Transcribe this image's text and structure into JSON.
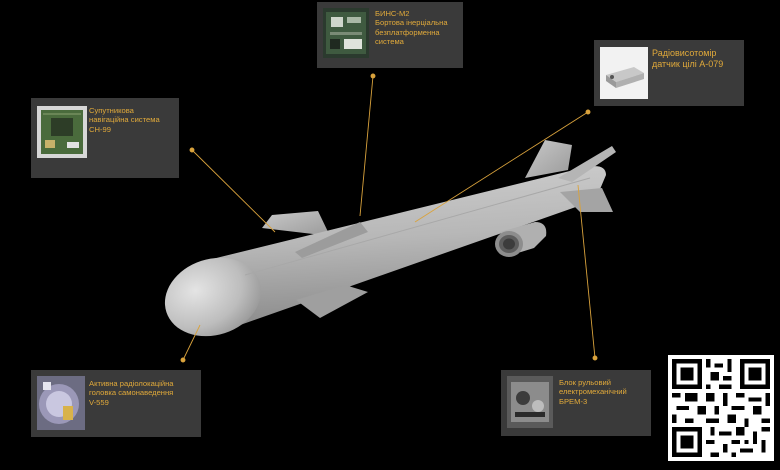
{
  "callouts": [
    {
      "id": "bins",
      "lines": [
        "БИНС-М2",
        "Бортова інерціальна",
        "безплатформенна",
        "система"
      ],
      "thumb_icon": "circuit-board-thumbnail"
    },
    {
      "id": "radio_altimeter",
      "lines": [
        "Радіовисотомір",
        "датчик цілі А-079"
      ],
      "thumb_icon": "altimeter-module-thumbnail"
    },
    {
      "id": "satnav",
      "lines": [
        "Супутникова",
        "навігаційна система",
        "СН-99"
      ],
      "thumb_icon": "navigation-board-thumbnail"
    },
    {
      "id": "seeker",
      "lines": [
        "Активна радіолокаційна",
        "головка самонаведення",
        "V-559"
      ],
      "thumb_icon": "radar-seeker-thumbnail"
    },
    {
      "id": "servo",
      "lines": [
        "Блок рульовий",
        "електромеханічний",
        "БРЕМ-3"
      ],
      "thumb_icon": "servo-unit-thumbnail"
    }
  ],
  "colors": {
    "background": "#000000",
    "panel": "#3a3a3a",
    "accent_text": "#e0a93a",
    "leader_line": "#d9a23c",
    "missile_body": "#b9b9b9"
  },
  "icons": [
    "missile-illustration",
    "qr-code-icon"
  ]
}
